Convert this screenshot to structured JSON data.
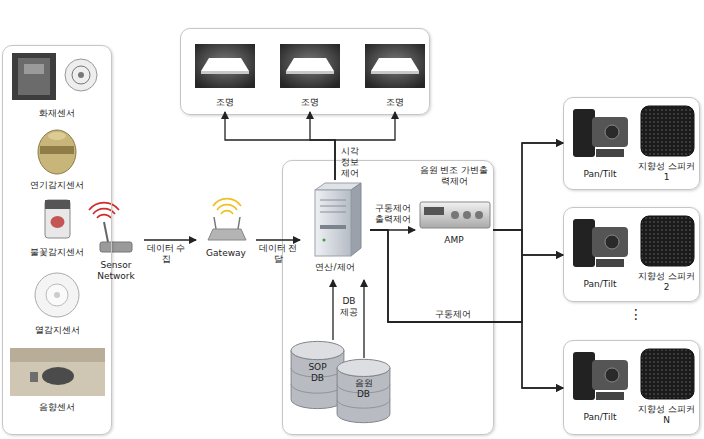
{
  "diagram": {
    "nodes": [
      {
        "text": []
      },
      {
        "text": [
          "화재센서"
        ],
        "in": 0
      },
      {
        "text": [
          "연기감지센서"
        ],
        "in": 0
      },
      {
        "text": [
          "불꽃감지센서"
        ],
        "in": 0
      },
      {
        "text": [
          "열감지센서"
        ],
        "in": 0
      },
      {
        "text": [
          "음향센서"
        ],
        "in": 0
      },
      {
        "text": [
          "Sensor Network"
        ]
      },
      {
        "text": [
          "Gateway"
        ]
      },
      {
        "text": []
      },
      {
        "text": [
          "조명"
        ],
        "in": 8
      },
      {
        "text": [
          "조명"
        ],
        "in": 8
      },
      {
        "text": [
          "조명"
        ],
        "in": 8
      },
      {
        "text": []
      },
      {
        "text": [
          "연산/제어"
        ],
        "in": 12
      },
      {
        "text": [
          "음원 변조 가변출력제어",
          "AMP"
        ],
        "in": 12
      },
      {
        "text": [
          "SOP DB"
        ],
        "in": 12
      },
      {
        "text": [
          "음원 DB"
        ],
        "in": 12
      },
      {
        "text": []
      },
      {
        "text": [
          "Pan/Tilt"
        ],
        "in": 17
      },
      {
        "text": [
          "지향성 스피커 1"
        ],
        "in": 17
      },
      {
        "text": []
      },
      {
        "text": [
          "Pan/Tilt"
        ],
        "in": 20
      },
      {
        "text": [
          "지향성 스피커 2"
        ],
        "in": 20
      },
      {
        "text": []
      },
      {
        "text": [
          "Pan/Tilt"
        ],
        "in": 23
      },
      {
        "text": [
          "지향성 스피커 N"
        ],
        "in": 23
      }
    ],
    "edges": [
      {
        "from": 6,
        "to": 7,
        "label": "데이터 수집",
        "arrow": "to"
      },
      {
        "from": 7,
        "to": 13,
        "label": "데이터 전달",
        "arrow": "to"
      },
      {
        "from": 13,
        "to": 9,
        "arrow": "to"
      },
      {
        "from": 13,
        "to": 10,
        "label": "시각 정보 제어",
        "arrow": "to"
      },
      {
        "from": 13,
        "to": 11,
        "arrow": "to"
      },
      {
        "from": 13,
        "to": 14,
        "label": "구동제어 출력제어",
        "arrow": "to"
      },
      {
        "from": 14,
        "to": 17,
        "arrow": "to"
      },
      {
        "from": 14,
        "to": 20,
        "arrow": "to"
      },
      {
        "from": 14,
        "to": 23,
        "arrow": "to"
      },
      {
        "from": 13,
        "to": 17,
        "label": "구동제어",
        "arrow": "to"
      },
      {
        "from": 13,
        "to": 20,
        "arrow": "to"
      },
      {
        "from": 13,
        "to": 23,
        "arrow": "to"
      },
      {
        "from": 15,
        "to": 13,
        "label": "DB 제공",
        "arrow": "to"
      },
      {
        "from": 16,
        "to": 13,
        "arrow": "to"
      }
    ],
    "labels": [
      "⋮"
    ]
  }
}
